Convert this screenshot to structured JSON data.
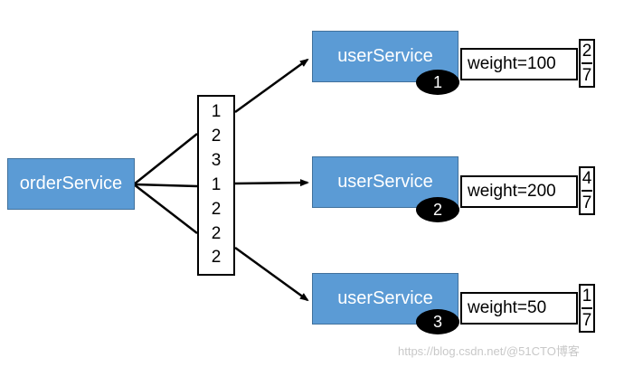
{
  "order_service": "orderService",
  "sequence": [
    "1",
    "2",
    "3",
    "1",
    "2",
    "2",
    "2"
  ],
  "servers": [
    {
      "label": "userService",
      "weight": "weight=100",
      "badge": "1",
      "num": "2",
      "den": "7"
    },
    {
      "label": "userService",
      "weight": "weight=200",
      "badge": "2",
      "num": "4",
      "den": "7"
    },
    {
      "label": "userService",
      "weight": "weight=50",
      "badge": "3",
      "num": "1",
      "den": "7"
    }
  ],
  "watermark": "https://blog.csdn.net/@51CTO博客",
  "colors": {
    "node_fill": "#5b9bd5",
    "node_border": "#41719c",
    "line": "#000000"
  }
}
